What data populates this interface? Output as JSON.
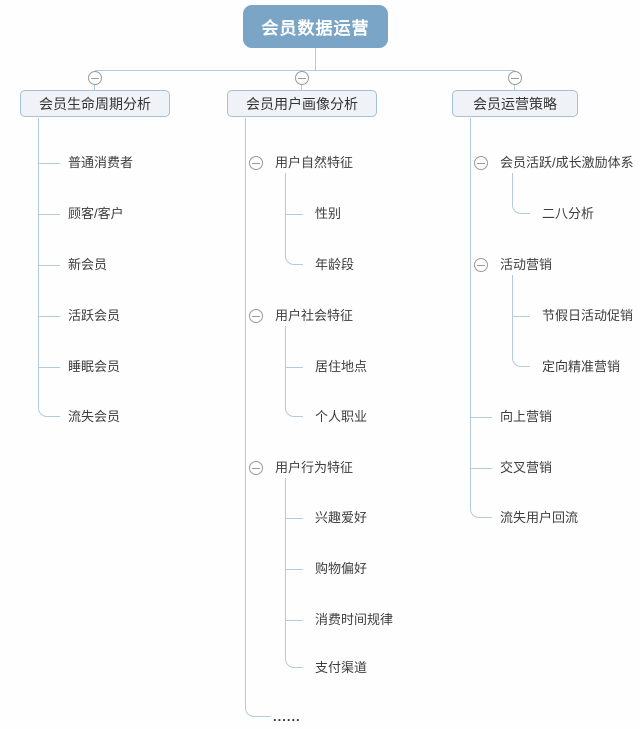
{
  "root": {
    "label": "会员数据运营"
  },
  "branches": [
    {
      "label": "会员生命周期分析",
      "children": [
        {
          "label": "普通消费者"
        },
        {
          "label": "顾客/客户"
        },
        {
          "label": "新会员"
        },
        {
          "label": "活跃会员"
        },
        {
          "label": "睡眠会员"
        },
        {
          "label": "流失会员"
        }
      ]
    },
    {
      "label": "会员用户画像分析",
      "children": [
        {
          "label": "用户自然特征",
          "children": [
            {
              "label": "性别"
            },
            {
              "label": "年龄段"
            }
          ]
        },
        {
          "label": "用户社会特征",
          "children": [
            {
              "label": "居住地点"
            },
            {
              "label": "个人职业"
            }
          ]
        },
        {
          "label": "用户行为特征",
          "children": [
            {
              "label": "兴趣爱好"
            },
            {
              "label": "购物偏好"
            },
            {
              "label": "消费时间规律"
            },
            {
              "label": "支付渠道"
            }
          ]
        },
        {
          "label": "......"
        }
      ]
    },
    {
      "label": "会员运营策略",
      "children": [
        {
          "label": "会员活跃/成长激励体系",
          "children": [
            {
              "label": "二八分析"
            }
          ]
        },
        {
          "label": "活动营销",
          "children": [
            {
              "label": "节假日活动促销"
            },
            {
              "label": "定向精准营销"
            }
          ]
        },
        {
          "label": "向上营销"
        },
        {
          "label": "交叉营销"
        },
        {
          "label": "流失用户回流"
        }
      ]
    }
  ],
  "icons": {
    "collapse": "minus-circle"
  },
  "colors": {
    "node_fill": "#7aa5c6",
    "node_text": "#ffffff",
    "branch_fill": "#eff3f7",
    "branch_border": "#a7bfd4",
    "line": "#b3cbde",
    "text": "#3d3d3d",
    "collapse_border": "#9b9b9b"
  }
}
